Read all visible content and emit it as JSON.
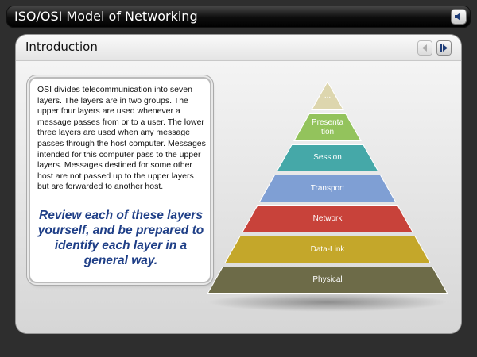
{
  "window": {
    "title": "ISO/OSI Model of Networking"
  },
  "icons": {
    "sound": "speaker-icon",
    "prev": "arrow-left-icon",
    "next": "arrow-right-icon"
  },
  "page": {
    "heading": "Introduction"
  },
  "card": {
    "body": "OSI divides telecommunication into seven layers. The layers are in two groups. The upper four layers are used whenever a message passes from or to a user. The lower three layers are used when any message passes through the host computer. Messages intended for this computer pass to the upper layers. Messages destined for some other host are not passed up to the upper layers but are forwarded to another host.",
    "emphasis": "Review each of these layers yourself, and be prepared to identify each layer in a general way."
  },
  "pyramid": {
    "layers": [
      {
        "label": "...",
        "color": "#ddd6ae"
      },
      {
        "label": "Presenta tion",
        "color": "#93c35c"
      },
      {
        "label": "Session",
        "color": "#45a8a8"
      },
      {
        "label": "Transport",
        "color": "#7f9fd4"
      },
      {
        "label": "Network",
        "color": "#c8423a"
      },
      {
        "label": "Data-Link",
        "color": "#c4a72a"
      },
      {
        "label": "Physical",
        "color": "#6d6b48"
      }
    ]
  }
}
